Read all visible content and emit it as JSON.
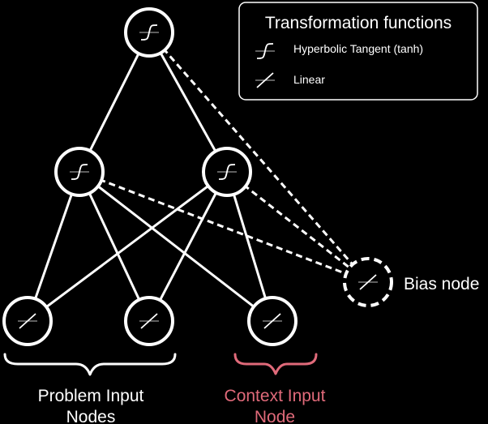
{
  "legend": {
    "title": "Transformation functions",
    "items": [
      {
        "icon": "tanh-icon",
        "label": "Hyperbolic Tangent (tanh)"
      },
      {
        "icon": "linear-icon",
        "label": "Linear"
      }
    ]
  },
  "bias_label": "Bias node",
  "groups": {
    "problem_line1": "Problem Input",
    "problem_line2": "Nodes",
    "context_line1": "Context Input",
    "context_line2": "Node"
  },
  "colors": {
    "foreground": "#ffffff",
    "background": "#000000",
    "context_accent": "#e06a7a"
  }
}
